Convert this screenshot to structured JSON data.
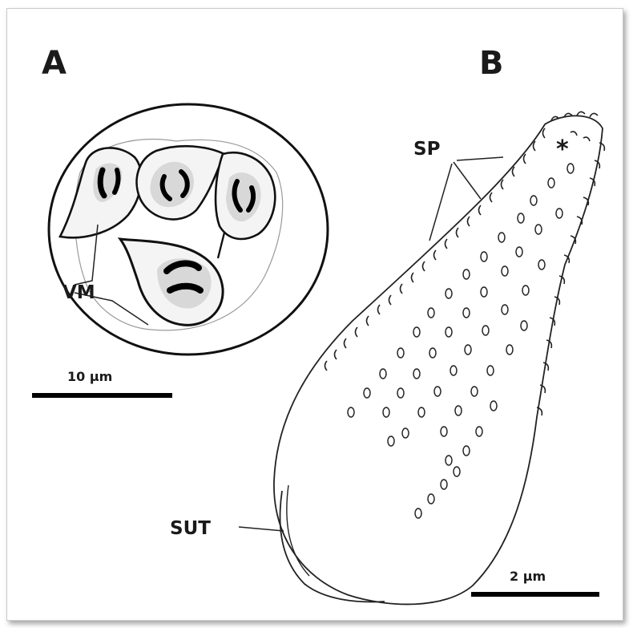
{
  "figure": {
    "panel_a": {
      "letter": "A",
      "label_vm": "VM",
      "scale_text": "10 µm"
    },
    "panel_b": {
      "letter": "B",
      "label_sp": "SP",
      "label_sut": "SUT",
      "star": "*",
      "scale_text": "2 µm"
    }
  }
}
